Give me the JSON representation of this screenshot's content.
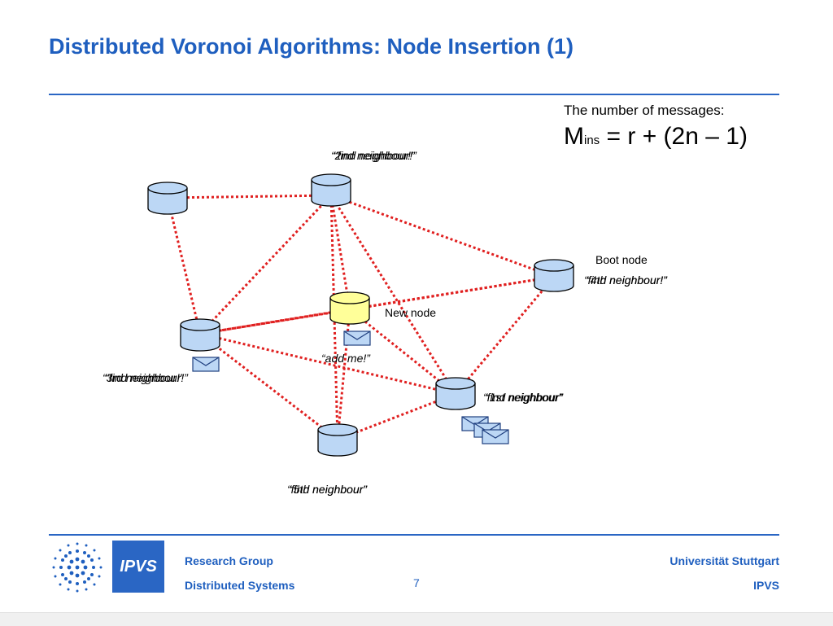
{
  "slide": {
    "title": "Distributed Voronoi Algorithms: Node Insertion (1)",
    "formula_label": "The number of messages:",
    "formula_m": "M",
    "formula_sub": "ins",
    "formula_rest": " = r + (2n – 1)",
    "boot_node": "Boot node",
    "new_node": "New node",
    "add_me": "“add me!”",
    "labels": {
      "top_a": "“2nd neighbour!”",
      "top_b": "“find neighbour!”",
      "boot_a": "“find neighbour!”",
      "boot_b": "“4th neighbour!”",
      "left_a": "“3rd neighbour!”",
      "left_b": "“find neighbour!”",
      "right_a": "“find neighbour”",
      "right_b": "“1st neighbour”",
      "bottom_a": "“find neighbour”",
      "bottom_b": "“5th neighbour”"
    }
  },
  "colors": {
    "accent": "#1f5fbf",
    "node_fill": "#bcd7f5",
    "new_node_fill": "#ffff99",
    "link": "#e02020"
  },
  "footer": {
    "research_group": "Research Group",
    "distributed_systems": "Distributed Systems",
    "page_number": "7",
    "university": "Universität Stuttgart",
    "ipvs": "IPVS",
    "logo_text": "IPVS"
  }
}
